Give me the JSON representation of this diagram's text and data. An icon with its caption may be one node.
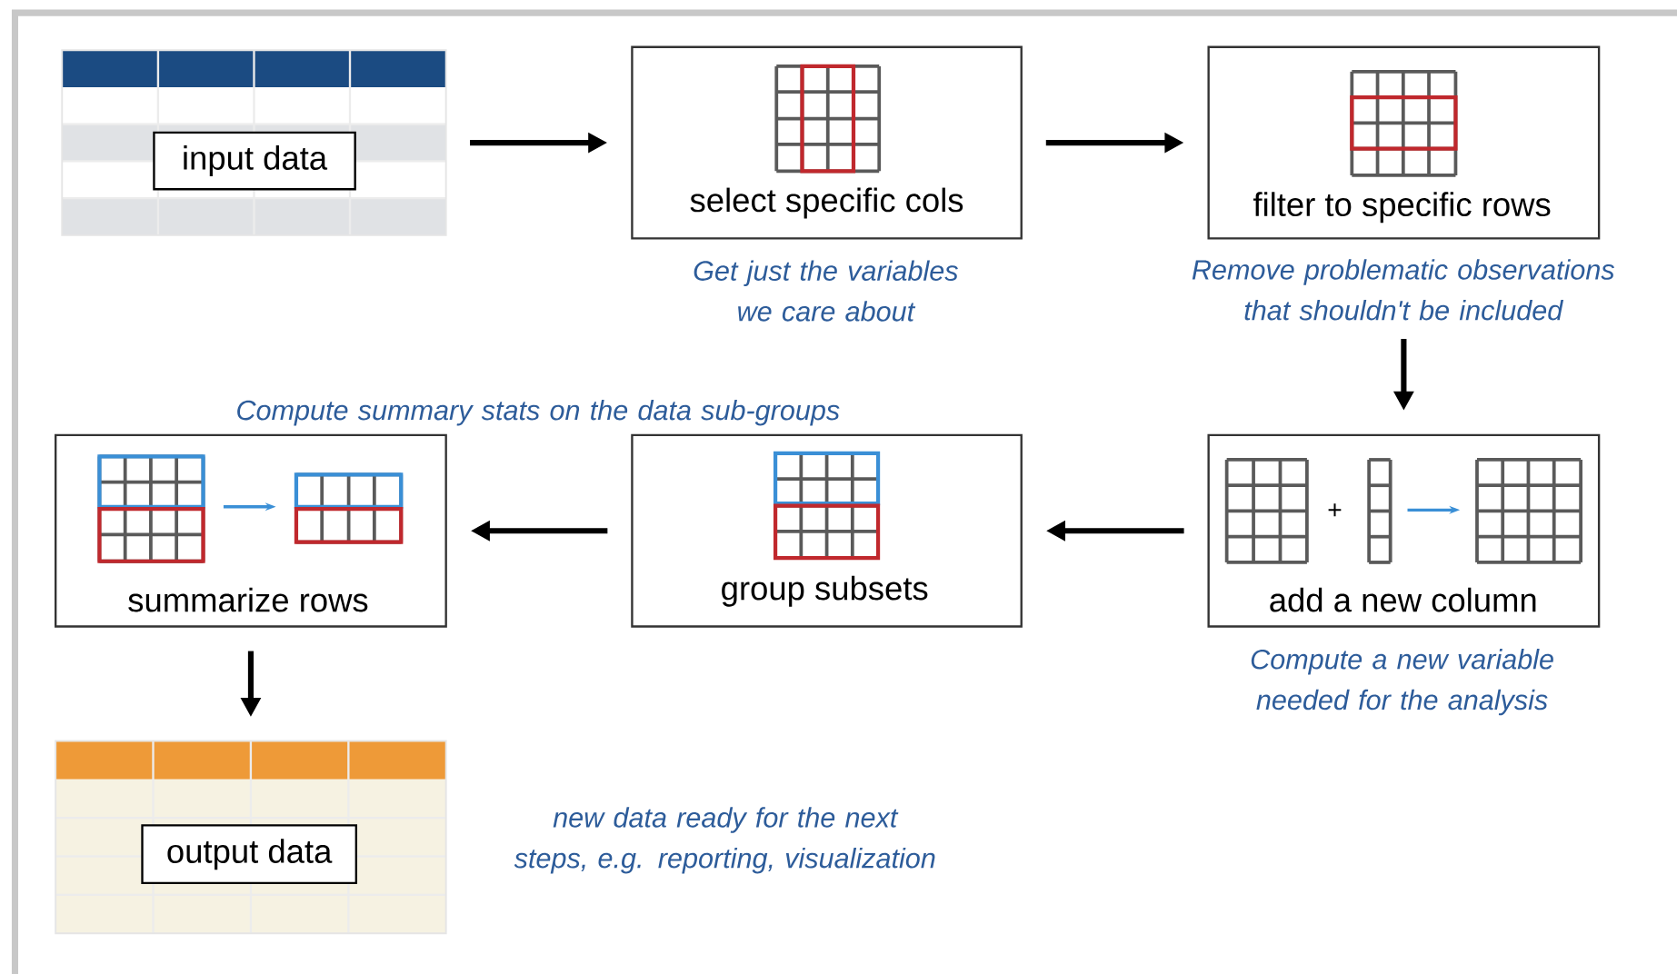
{
  "diagram": {
    "nodes": [
      {
        "text": [
          "input data"
        ]
      },
      {
        "text": [
          "select specific cols"
        ],
        "beside": [
          "Get just the variables we care about"
        ]
      },
      {
        "text": [
          "filter to specific rows"
        ],
        "beside": [
          "Remove problematic observations that shouldn't be included"
        ]
      },
      {
        "text": [
          "add a new column"
        ],
        "beside": [
          "Compute a new variable needed for the analysis"
        ]
      },
      {
        "text": [
          "group subsets"
        ]
      },
      {
        "text": [
          "summarize  rows"
        ],
        "beside": [
          "Compute summary stats on the data sub-groups"
        ]
      },
      {
        "text": [
          "output data"
        ],
        "beside": [
          "new data ready for the next steps, e.g. reporting, visualization"
        ]
      }
    ],
    "edges": [
      {
        "from": 0,
        "to": 1,
        "arrow": "to"
      },
      {
        "from": 1,
        "to": 2,
        "arrow": "to"
      },
      {
        "from": 2,
        "to": 3,
        "arrow": "to"
      },
      {
        "from": 3,
        "to": 4,
        "arrow": "to"
      },
      {
        "from": 4,
        "to": 5,
        "arrow": "to"
      },
      {
        "from": 5,
        "to": 6,
        "arrow": "to"
      }
    ],
    "labels": [
      "+"
    ]
  }
}
